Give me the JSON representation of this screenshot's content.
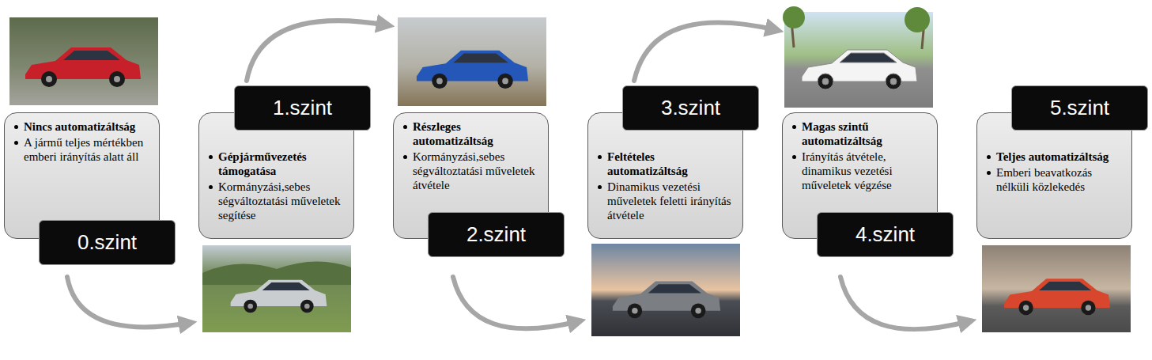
{
  "diagram": {
    "nodes": [
      {
        "text": [
          "Nincs automatizáltság",
          "A jármű teljes mértékben emberi irányítás alatt áll"
        ]
      },
      {
        "text": [
          "0.szint"
        ]
      },
      {
        "text": [
          "Gépjárművezetés támogatása",
          "Kormányzási,sebes ségváltoztatási műveletek segítése"
        ]
      },
      {
        "text": [
          "1.szint"
        ]
      },
      {
        "text": [
          "Részleges automatizáltság",
          "Kormányzási,sebes ségváltoztatási műveletek átvétele"
        ]
      },
      {
        "text": [
          "2.szint"
        ]
      },
      {
        "text": [
          "Feltételes automatizáltság",
          "Dinamikus vezetési műveletek feletti irányítás átvétele"
        ]
      },
      {
        "text": [
          "3.szint"
        ]
      },
      {
        "text": [
          "Magas szintű automatizáltság",
          "Irányítás átvétele, dinamikus vezetési műveletek végzése"
        ]
      },
      {
        "text": [
          "4.szint"
        ]
      },
      {
        "text": [
          "Teljes automatizáltság",
          "Emberi beavatkozás nélküli közlekedés"
        ]
      },
      {
        "text": [
          "5.szint"
        ]
      }
    ]
  }
}
